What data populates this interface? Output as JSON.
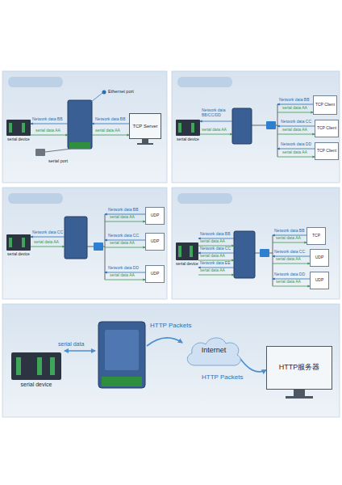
{
  "diagram": {
    "nodes": [
      {
        "text": [
          "serial device"
        ]
      },
      {
        "text": [
          "TCP Server"
        ]
      },
      {
        "text": [
          "serial device"
        ]
      },
      {
        "text": [
          "TCP Client"
        ]
      },
      {
        "text": [
          "TCP Client"
        ]
      },
      {
        "text": [
          "TCP Client"
        ]
      },
      {
        "text": [
          "serial device"
        ]
      },
      {
        "text": [
          "UDP"
        ]
      },
      {
        "text": [
          "UDP"
        ]
      },
      {
        "text": [
          "UDP"
        ]
      },
      {
        "text": [
          "serial device"
        ]
      },
      {
        "text": [
          "TCP"
        ]
      },
      {
        "text": [
          "UDP"
        ]
      },
      {
        "text": [
          "UDP"
        ]
      },
      {
        "text": [
          "serial device"
        ]
      },
      {
        "text": [
          "Internet"
        ]
      },
      {
        "text": [
          "HTTP服务器"
        ]
      }
    ],
    "edges": [
      {
        "from": 15,
        "to": 16,
        "label": "HTTP Packets",
        "arrow": "to"
      }
    ],
    "labels": [
      "Ethernet port",
      "Network data BB",
      "serial data AA",
      "Network data BB",
      "serial data AA",
      "serial port",
      "Network data BB/CC/DD",
      "serial data AA",
      "Network data BB",
      "serial data AA",
      "Network data CC",
      "serial data AA",
      "Network data DD",
      "serial data AA",
      "Network data CC",
      "serial data AA",
      "Network data BB",
      "serial data AA",
      "Network data CC",
      "serial data AA",
      "Network data DD",
      "serial data AA",
      "Network data BB",
      "serial data AA",
      "Network data CC",
      "serial data AA",
      "Network data EE",
      "serial data AA",
      "Network data BB",
      "serial data AA",
      "Network data CC",
      "serial data AA",
      "Network data DD",
      "serial data AA",
      "serial data",
      "HTTP Packets"
    ]
  }
}
